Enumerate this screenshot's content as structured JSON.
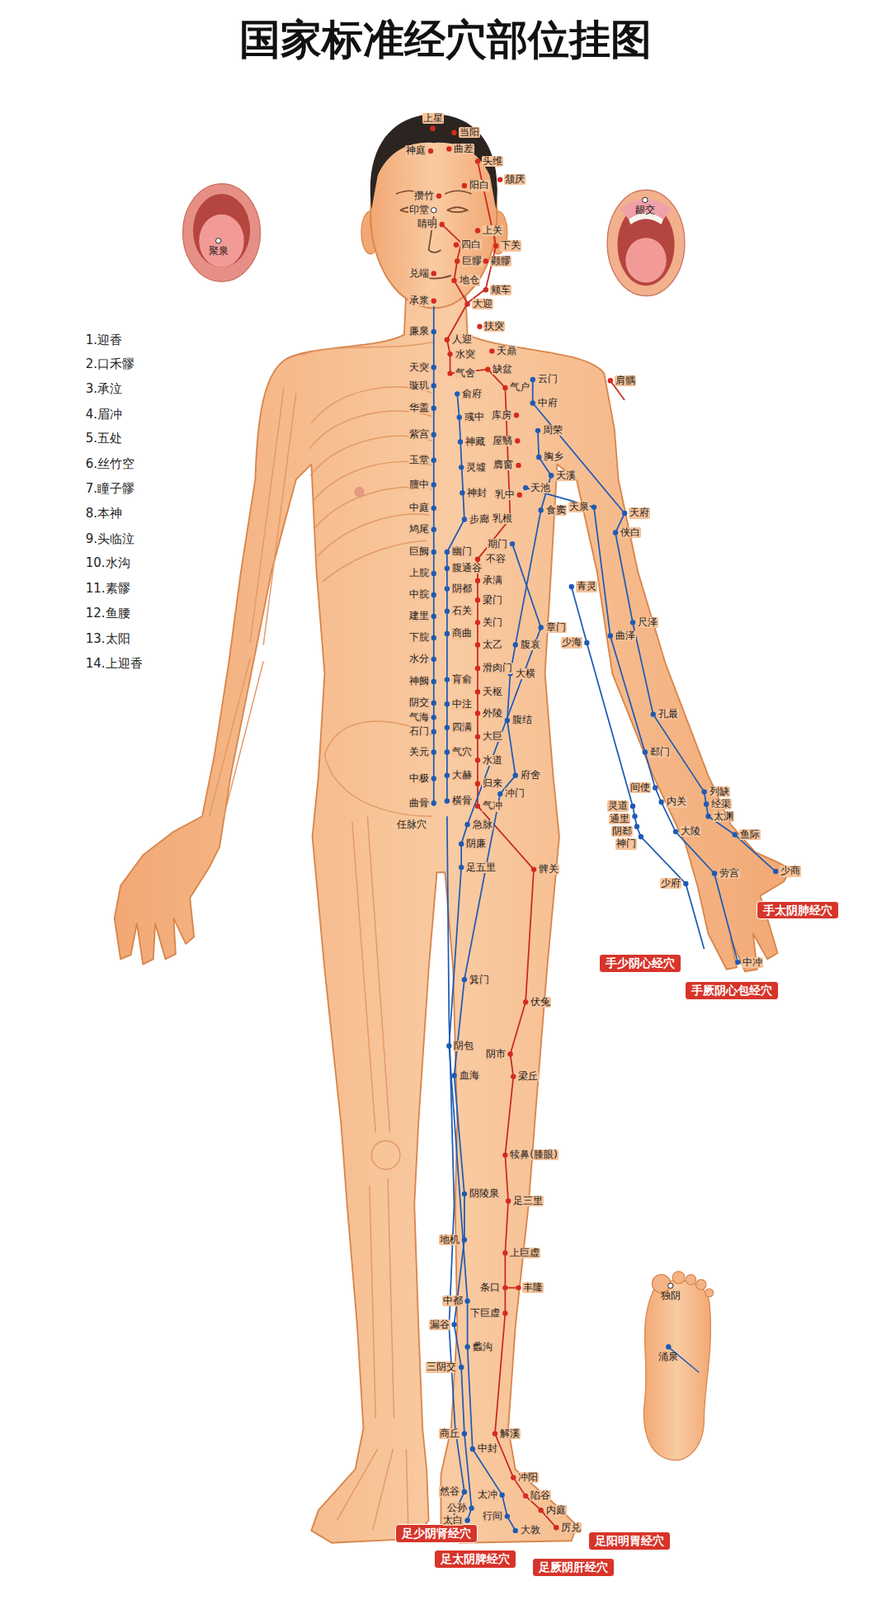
{
  "diagram": {
    "title": "国家标准经穴部位挂图",
    "nodes": [
      {
        "text": [
          "手太阴肺经穴"
        ]
      },
      {
        "text": [
          "手少阴心经穴"
        ]
      },
      {
        "text": [
          "手厥阴心包经穴"
        ]
      },
      {
        "text": [
          "足少阴肾经穴"
        ]
      },
      {
        "text": [
          "足阳明胃经穴"
        ]
      },
      {
        "text": [
          "足太阴脾经穴"
        ]
      },
      {
        "text": [
          "足厥阴肝经穴"
        ]
      }
    ],
    "labels": [
      "1.迎香",
      "2.口禾髎",
      "3.承泣",
      "4.眉冲",
      "5.五处",
      "6.丝竹空",
      "7.瞳子髎",
      "8.本神",
      "9.头临泣",
      "10.水沟",
      "11.素髎",
      "12.鱼腰",
      "13.太阳",
      "14.上迎香",
      "聚泉",
      "龈交",
      "上星",
      "当阳",
      "神庭",
      "曲差",
      "头维",
      "颔厌",
      "阳白",
      "攒竹",
      "印堂",
      "睛明",
      "四白",
      "上关",
      "下关",
      "巨髎",
      "颧髎",
      "兑端",
      "地仓",
      "颊车",
      "承浆",
      "大迎",
      "廉泉",
      "扶突",
      "人迎",
      "天鼎",
      "水突",
      "天突",
      "气舍",
      "缺盆",
      "璇玑",
      "华盖",
      "紫宫",
      "玉堂",
      "膻中",
      "中庭",
      "鸠尾",
      "巨阙",
      "上脘",
      "中脘",
      "建里",
      "下脘",
      "水分",
      "神阙",
      "阴交",
      "气海",
      "石门",
      "关元",
      "中极",
      "曲骨",
      "俞府",
      "彧中",
      "神藏",
      "灵墟",
      "神封",
      "步廊",
      "幽门",
      "腹通谷",
      "阴都",
      "石关",
      "商曲",
      "肓俞",
      "中注",
      "四满",
      "气穴",
      "大赫",
      "横骨",
      "气户",
      "库房",
      "屋翳",
      "膺窗",
      "乳中",
      "乳根",
      "云门",
      "中府",
      "周荣",
      "胸乡",
      "天溪",
      "天池",
      "食窦",
      "期门",
      "不容",
      "承满",
      "梁门",
      "关门",
      "太乙",
      "滑肉门",
      "天枢",
      "外陵",
      "大巨",
      "水道",
      "归来",
      "气冲",
      "腹哀",
      "章门",
      "大横",
      "腹结",
      "府舍",
      "冲门",
      "急脉",
      "阴廉",
      "足五里",
      "髀关",
      "任脉穴",
      "肩髃",
      "天泉",
      "天府",
      "侠白",
      "青灵",
      "曲泽",
      "尺泽",
      "少海",
      "孔最",
      "郄门",
      "间使",
      "内关",
      "列缺",
      "经渠",
      "太渊",
      "灵道",
      "通里",
      "阴郄",
      "神门",
      "大陵",
      "鱼际",
      "少商",
      "劳宫",
      "少府",
      "中冲",
      "箕门",
      "伏兔",
      "阴包",
      "阴市",
      "血海",
      "梁丘",
      "犊鼻(膝眼)",
      "阴陵泉",
      "足三里",
      "地机",
      "上巨虚",
      "条口",
      "丰隆",
      "中都",
      "下巨虚",
      "漏谷",
      "蠡沟",
      "三阴交",
      "商丘",
      "解溪",
      "中封",
      "冲阳",
      "然谷",
      "太冲",
      "陷谷",
      "公孙",
      "内庭",
      "行间",
      "太白",
      "厉兑",
      "大敦",
      "独阴",
      "涌泉"
    ]
  }
}
